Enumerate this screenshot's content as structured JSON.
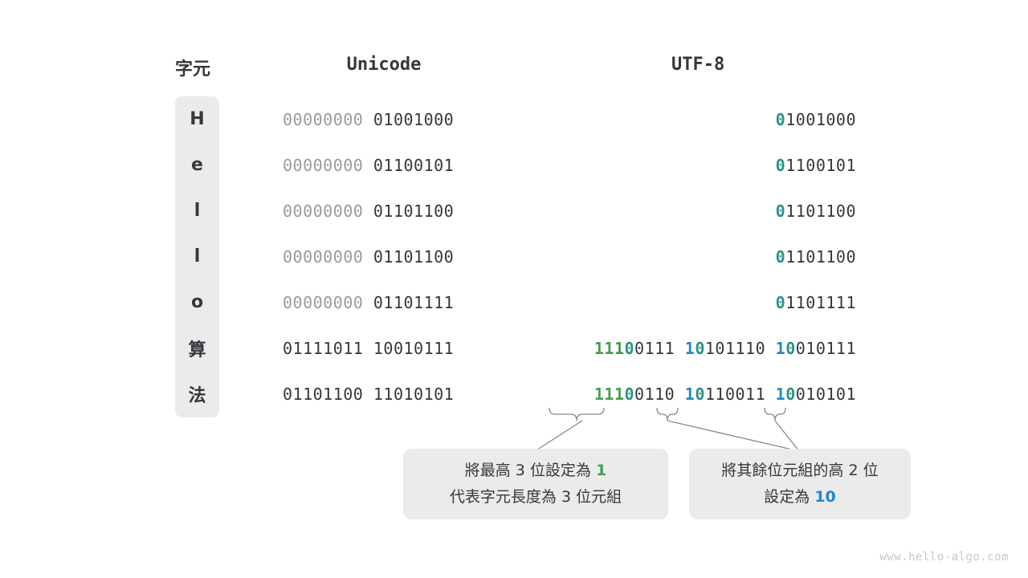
{
  "headers": {
    "character": "字元",
    "unicode": "Unicode",
    "utf8": "UTF-8"
  },
  "colors": {
    "green": "#4a9b52",
    "teal": "#2e9287",
    "blue": "#1f88cc",
    "dark": "#33383d",
    "dim": "#9a9a9a",
    "cell_background": "#ebebeb"
  },
  "rows": [
    {
      "character": "H",
      "unicode": "00000000 01001000",
      "unicode_leading": "00000000 ",
      "unicode_tail": "01001000",
      "utf8": "01001000",
      "utf8_bytes": [
        {
          "prefix": "0",
          "prefix_color": "teal",
          "rest": "1001000"
        }
      ]
    },
    {
      "character": "e",
      "unicode": "00000000 01100101",
      "unicode_leading": "00000000 ",
      "unicode_tail": "01100101",
      "utf8": "01100101",
      "utf8_bytes": [
        {
          "prefix": "0",
          "prefix_color": "teal",
          "rest": "1100101"
        }
      ]
    },
    {
      "character": "l",
      "unicode": "00000000 01101100",
      "unicode_leading": "00000000 ",
      "unicode_tail": "01101100",
      "utf8": "01101100",
      "utf8_bytes": [
        {
          "prefix": "0",
          "prefix_color": "teal",
          "rest": "1101100"
        }
      ]
    },
    {
      "character": "l",
      "unicode": "00000000 01101100",
      "unicode_leading": "00000000 ",
      "unicode_tail": "01101100",
      "utf8": "01101100",
      "utf8_bytes": [
        {
          "prefix": "0",
          "prefix_color": "teal",
          "rest": "1101100"
        }
      ]
    },
    {
      "character": "o",
      "unicode": "00000000 01101111",
      "unicode_leading": "00000000 ",
      "unicode_tail": "01101111",
      "utf8": "01101111",
      "utf8_bytes": [
        {
          "prefix": "0",
          "prefix_color": "teal",
          "rest": "1101111"
        }
      ]
    },
    {
      "character": "算",
      "unicode": "01111011 10010111",
      "unicode_leading": "",
      "unicode_tail": "01111011 10010111",
      "utf8": "11100111 10101110 10010111",
      "utf8_bytes": [
        {
          "prefix": "111",
          "prefix_color": "green",
          "zero": "0",
          "rest": "0111"
        },
        {
          "prefix": "1",
          "prefix_color": "blue",
          "zero": "0",
          "rest": "101110"
        },
        {
          "prefix": "1",
          "prefix_color": "blue",
          "zero": "0",
          "rest": "010111"
        }
      ]
    },
    {
      "character": "法",
      "unicode": "01101100 11010101",
      "unicode_leading": "",
      "unicode_tail": "01101100 11010101",
      "utf8": "11100110 10110011 10010101",
      "utf8_bytes": [
        {
          "prefix": "111",
          "prefix_color": "green",
          "zero": "0",
          "rest": "0110"
        },
        {
          "prefix": "1",
          "prefix_color": "blue",
          "zero": "0",
          "rest": "110011"
        },
        {
          "prefix": "1",
          "prefix_color": "blue",
          "zero": "0",
          "rest": "010101"
        }
      ]
    }
  ],
  "callouts": {
    "length": {
      "line1_before": "將最高 3 位設定為 ",
      "line1_highlight": "1",
      "line2": "代表字元長度為 3 位元組"
    },
    "continuation": {
      "line1": "將其餘位元組的高 2 位",
      "line2_before": "設定為 ",
      "line2_highlight": "10"
    }
  },
  "watermark": "www.hello-algo.com"
}
